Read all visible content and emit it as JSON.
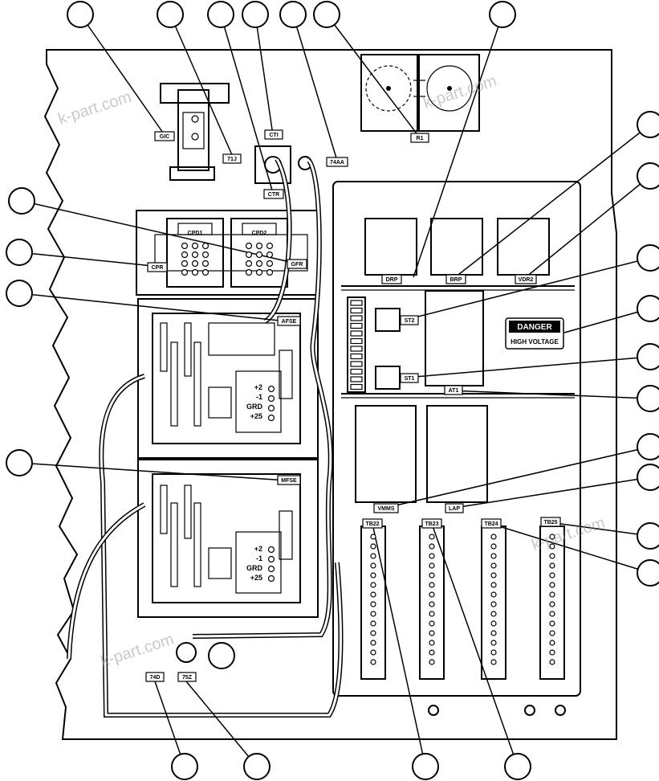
{
  "watermarks": [
    "k-part.com",
    "k-part.com",
    "k-part.com",
    "k-part.com"
  ],
  "component_tags": [
    {
      "id": "gic",
      "label": "GIC"
    },
    {
      "id": "71j",
      "label": "71J"
    },
    {
      "id": "cti",
      "label": "CTI"
    },
    {
      "id": "ctr",
      "label": "CTR"
    },
    {
      "id": "74aa",
      "label": "74AA"
    },
    {
      "id": "r1",
      "label": "R1"
    },
    {
      "id": "cpr",
      "label": "CPR"
    },
    {
      "id": "gfr",
      "label": "GFR"
    },
    {
      "id": "afse",
      "label": "AFSE"
    },
    {
      "id": "mfse",
      "label": "MFSE"
    },
    {
      "id": "drp",
      "label": "DRP"
    },
    {
      "id": "brp",
      "label": "BRP"
    },
    {
      "id": "vdr2",
      "label": "VDR2"
    },
    {
      "id": "st2",
      "label": "ST2"
    },
    {
      "id": "st1",
      "label": "ST1"
    },
    {
      "id": "at1",
      "label": "AT1"
    },
    {
      "id": "vmms",
      "label": "VMMS"
    },
    {
      "id": "lap",
      "label": "LAP"
    },
    {
      "id": "tb22",
      "label": "TB22"
    },
    {
      "id": "tb23",
      "label": "TB23"
    },
    {
      "id": "tb24",
      "label": "TB24"
    },
    {
      "id": "tb25",
      "label": "TB25"
    },
    {
      "id": "740",
      "label": "74D"
    },
    {
      "id": "75z",
      "label": "75Z"
    }
  ],
  "inner_labels": {
    "cpd1": "CPD1",
    "cpd2": "CPD2"
  },
  "afse_terminals": [
    "+2",
    "-1",
    "GRD",
    "+25"
  ],
  "mfse_terminals": [
    "+2",
    "-1",
    "GRD",
    "+25"
  ],
  "danger_sign": {
    "title": "DANGER",
    "subtitle": "HIGH VOLTAGE"
  }
}
